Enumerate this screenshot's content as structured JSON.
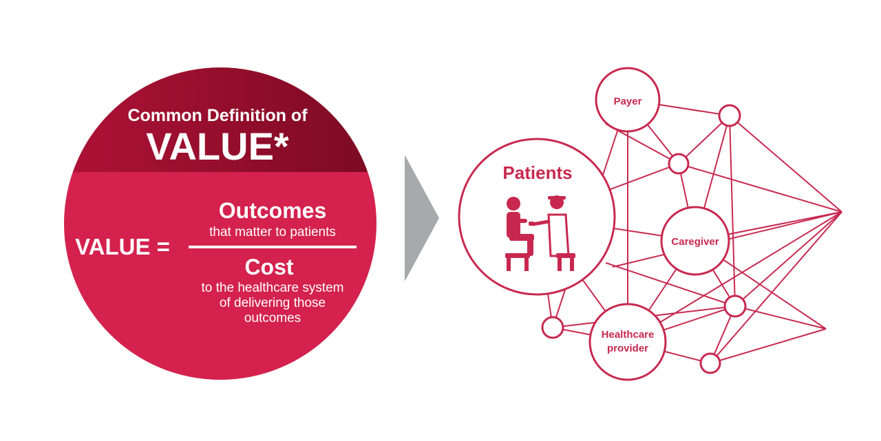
{
  "definition": {
    "heading": "Common Definition of",
    "title": "VALUE*",
    "equation_lhs": "VALUE =",
    "numerator_title": "Outcomes",
    "numerator_subtitle": "that matter to patients",
    "denominator_title": "Cost",
    "denominator_lines": [
      "to the healthcare system",
      "of delivering those",
      "outcomes"
    ]
  },
  "network": {
    "nodes": {
      "patients": "Patients",
      "payer": "Payer",
      "caregiver": "Caregiver",
      "provider_lines": [
        "Healthcare",
        "provider"
      ]
    }
  },
  "colors": {
    "circle_top": "#8a0f2c",
    "circle_bottom": "#d4214d",
    "accent": "#c8284f",
    "arrow": "#a7a9ac",
    "text_light": "#ffffff"
  },
  "icons": [
    "patient-doctor-icon"
  ]
}
